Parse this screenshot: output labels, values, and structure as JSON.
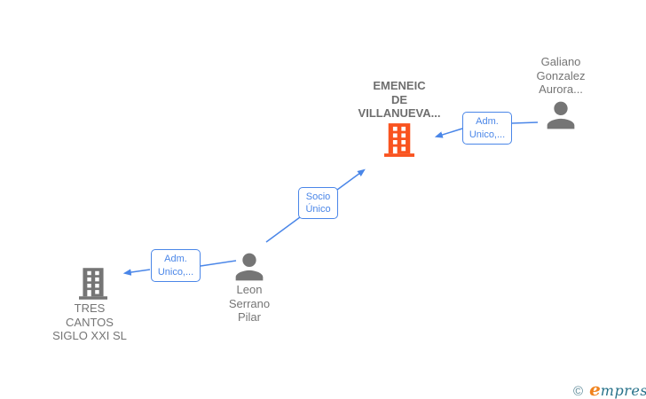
{
  "palette": {
    "edge_blue": "#4a86e8",
    "node_gray": "#757575",
    "company_orange": "#f9531f",
    "company_label_gray": "#6e6e6e",
    "logo_copyright_gray": "#5d8a99",
    "logo_orange": "#f0831e",
    "logo_teal": "#27728a",
    "background": "#ffffff"
  },
  "nodes": {
    "emeneic": {
      "label": "EMENEIC\nDE\nVILLANUEVA...",
      "type": "company",
      "icon": "building-icon",
      "icon_color": "#f9531f"
    },
    "galiano": {
      "label": "Galiano\nGonzalez\nAurora...",
      "type": "person",
      "icon": "person-icon",
      "icon_color": "#757575"
    },
    "leon": {
      "label": "Leon\nSerrano\nPilar",
      "type": "person",
      "icon": "person-icon",
      "icon_color": "#757575"
    },
    "tres_cantos": {
      "label": "TRES\nCANTOS\nSIGLO XXI SL",
      "type": "company",
      "icon": "building-icon",
      "icon_color": "#757575"
    }
  },
  "edges": {
    "galiano_to_emeneic": {
      "label": "Adm.\nUnico,...",
      "from": "galiano",
      "to": "emeneic"
    },
    "leon_to_emeneic": {
      "label": "Socio\nÚnico",
      "from": "leon",
      "to": "emeneic"
    },
    "leon_to_tres_cantos": {
      "label": "Adm.\nUnico,...",
      "from": "leon",
      "to": "tres_cantos"
    }
  },
  "watermark": {
    "copyright": "©",
    "brand_initial": "e",
    "brand_rest": "mpresia"
  }
}
